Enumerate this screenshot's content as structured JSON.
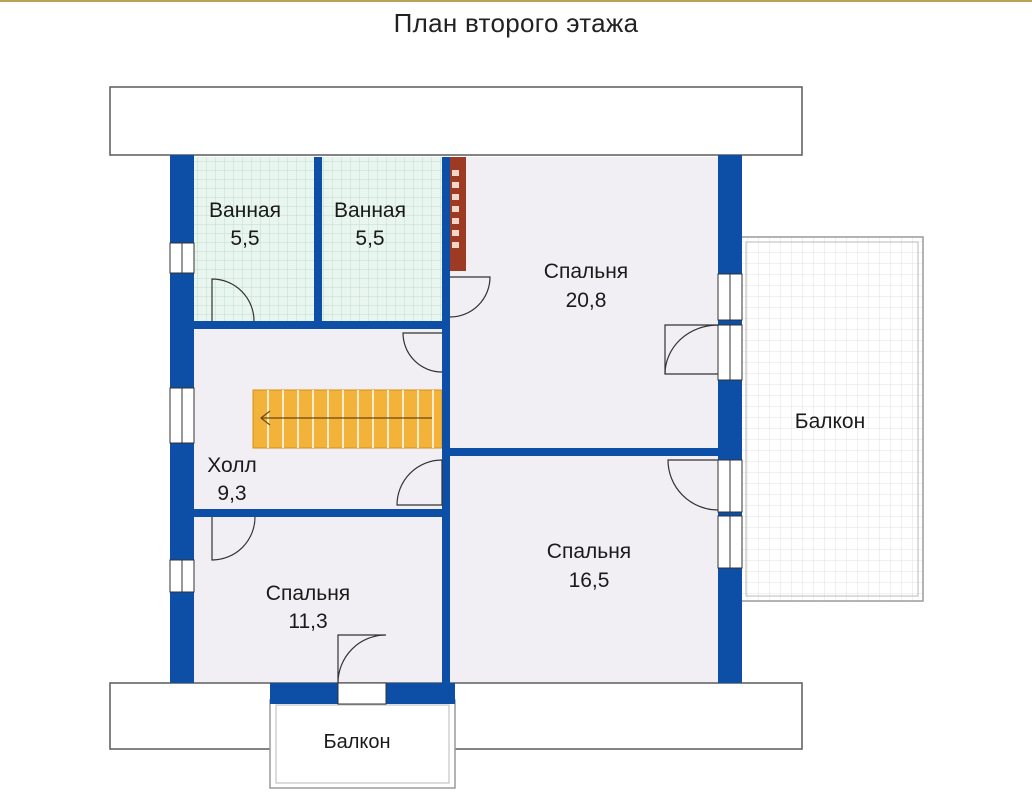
{
  "title": "План второго этажа",
  "rooms": {
    "bath_left": {
      "name": "Ванная",
      "area": "5,5"
    },
    "bath_right": {
      "name": "Ванная",
      "area": "5,5"
    },
    "bedroom_large": {
      "name": "Спальня",
      "area": "20,8"
    },
    "hall": {
      "name": "Холл",
      "area": "9,3"
    },
    "bedroom_small": {
      "name": "Спальня",
      "area": "11,3"
    },
    "bedroom_mid": {
      "name": "Спальня",
      "area": "16,5"
    }
  },
  "balconies": {
    "east": "Балкон",
    "south": "Балкон"
  },
  "colors": {
    "wall": "#0d4ea6",
    "floor": "#f1eff3",
    "tile": "#e7f4ee",
    "stairs": "#f3b23a",
    "chimney": "#9c3a24",
    "frame": "#9a9a9a"
  }
}
